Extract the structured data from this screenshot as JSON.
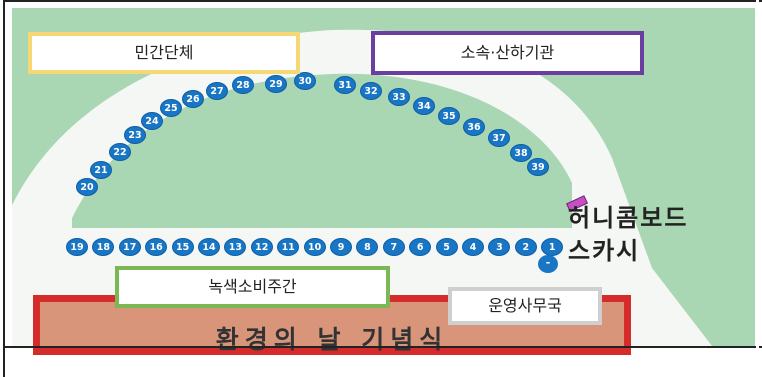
{
  "labels": {
    "civil": "민간단체",
    "affiliated": "소속·산하기관",
    "green": "녹색소비주간",
    "operations": "운영사무국",
    "honeycomb_line1": "허니콤보드",
    "honeycomb_line2": "스카시",
    "stage": "환경의 날 기념식"
  },
  "booths": {
    "row": [
      "19",
      "18",
      "17",
      "16",
      "15",
      "14",
      "13",
      "12",
      "11",
      "10",
      "9",
      "8",
      "7",
      "6",
      "5",
      "4",
      "3",
      "2",
      "1"
    ],
    "arc": [
      "20",
      "21",
      "22",
      "23",
      "24",
      "25",
      "26",
      "27",
      "28",
      "29",
      "30",
      "31",
      "32",
      "33",
      "34",
      "35",
      "36",
      "37",
      "38",
      "39"
    ],
    "extra": "-"
  },
  "colors": {
    "lawn": "#a9d6b3",
    "path": "#f4f7f4",
    "booth": "#1976c5",
    "stage_fill": "#d9957a",
    "stage_border": "#d52b2b",
    "civil_border": "#f5d776",
    "affiliated_border": "#6b3fa0",
    "green_border": "#7cb756",
    "operations_border": "#cfcfcf",
    "honeycomb_mark": "#c64fc6"
  }
}
